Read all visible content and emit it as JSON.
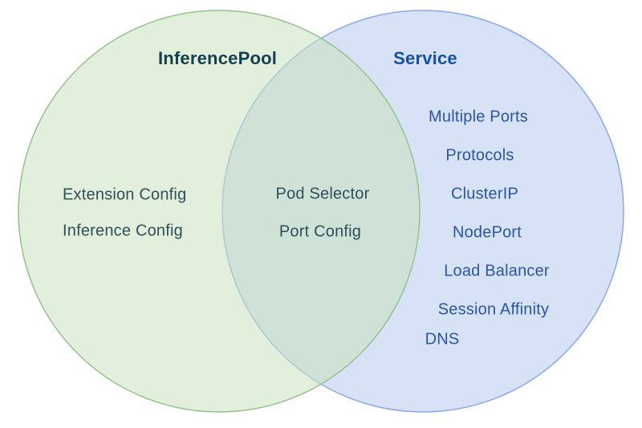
{
  "venn": {
    "left": {
      "label": "InferencePool",
      "items": [
        "Extension Config",
        "Inference Config"
      ],
      "fill": "#cbe2bf",
      "stroke": "#94c28c",
      "title_color": "#153f4d",
      "text_color": "#2e4f58"
    },
    "intersection": {
      "items": [
        "Pod Selector",
        "Port Config"
      ]
    },
    "right": {
      "label": "Service",
      "items": [
        "Multiple Ports",
        "Protocols",
        "ClusterIP",
        "NodePort",
        "Load Balancer",
        "Session Affinity",
        "DNS"
      ],
      "fill": "#b7caf1",
      "stroke": "#88a9e8",
      "title_color": "#174ea6",
      "text_color": "#2a55a5"
    },
    "background": "#ffffff"
  }
}
